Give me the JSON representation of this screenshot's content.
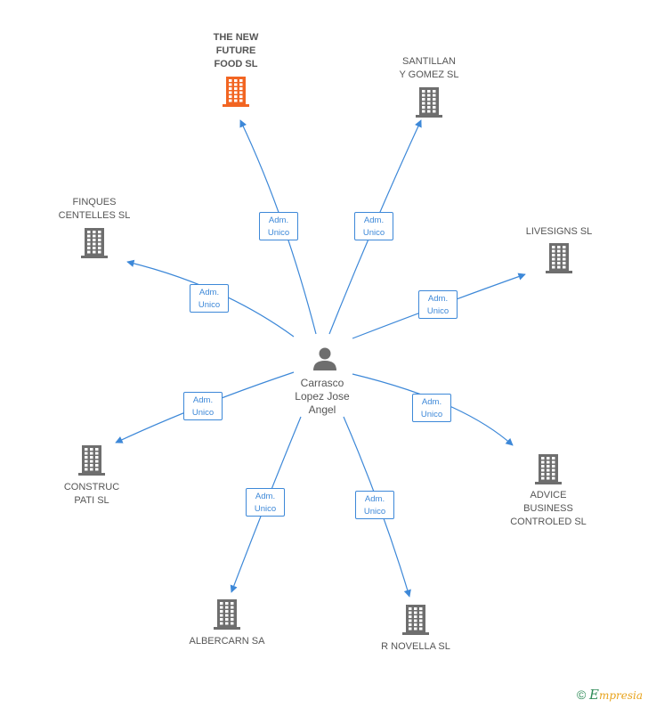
{
  "center": {
    "label": "Carrasco\nLopez Jose\nAngel",
    "icon": "person-icon"
  },
  "role": {
    "line1": "Adm.",
    "line2": "Unico"
  },
  "colors": {
    "edge": "#3d88d8",
    "building": "#6e6e6e",
    "highlight": "#f26522"
  },
  "companies": [
    {
      "id": "the-new-future-food-sl",
      "name": "THE NEW\nFUTURE\nFOOD  SL",
      "highlight": true
    },
    {
      "id": "santillan-y-gomez-sl",
      "name": "SANTILLAN\nY GOMEZ SL",
      "highlight": false
    },
    {
      "id": "finques-centelles-sl",
      "name": "FINQUES\nCENTELLES SL",
      "highlight": false
    },
    {
      "id": "livesigns-sl",
      "name": "LIVESIGNS SL",
      "highlight": false
    },
    {
      "id": "construc-pati-sl",
      "name": "CONSTRUC\nPATI SL",
      "highlight": false
    },
    {
      "id": "advice-business-controled-sl",
      "name": "ADVICE\nBUSINESS\nCONTROLED SL",
      "highlight": false
    },
    {
      "id": "albercarn-sa",
      "name": "ALBERCARN SA",
      "highlight": false
    },
    {
      "id": "r-novella-sl",
      "name": "R NOVELLA SL",
      "highlight": false
    }
  ],
  "footer": {
    "copyright": "©",
    "brand_initial": "E",
    "brand_rest": "mpresia"
  }
}
